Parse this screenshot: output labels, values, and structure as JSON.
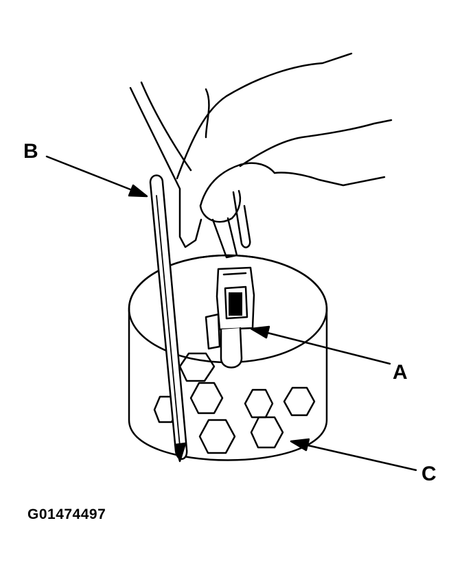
{
  "labels": {
    "a": "A",
    "b": "B",
    "c": "C"
  },
  "figure_id": "G01474497",
  "colors": {
    "ink": "#000000",
    "paper": "#ffffff"
  }
}
